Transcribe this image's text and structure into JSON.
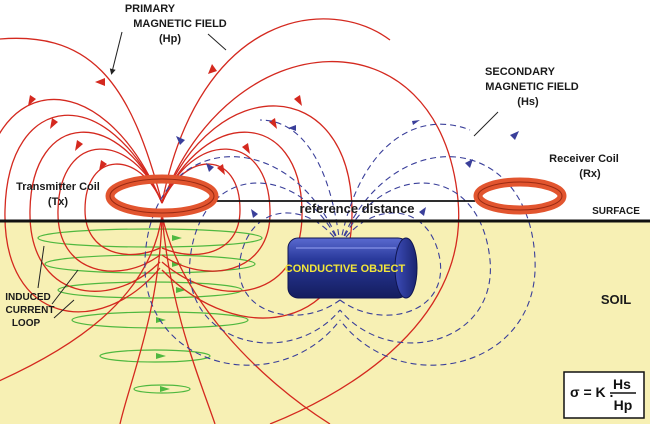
{
  "labels": {
    "primary_field": [
      "PRIMARY",
      "MAGNETIC FIELD",
      "(Hp)"
    ],
    "secondary_field": [
      "SECONDARY",
      "MAGNETIC FIELD",
      "(Hs)"
    ],
    "transmitter": [
      "Transmitter Coil",
      "(Tx)"
    ],
    "receiver": [
      "Receiver Coil",
      "(Rx)"
    ],
    "reference_distance": "reference distance",
    "surface": "SURFACE",
    "soil": "SOIL",
    "conductive_object": "CONDUCTIVE OBJECT",
    "induced_loop": [
      "INDUCED",
      "CURRENT",
      "LOOP"
    ]
  },
  "formula": {
    "lhs": "σ = K .",
    "numerator": "Hs",
    "denominator": "Hp"
  },
  "colors": {
    "soil": "#f7f0b4",
    "primary_field": "#d4291f",
    "secondary_field": "#3a3f9a",
    "induced_loop": "#4fb83f",
    "coil": "#e2552f",
    "object": "#2a3a9c",
    "object_label": "#f2e63a"
  }
}
